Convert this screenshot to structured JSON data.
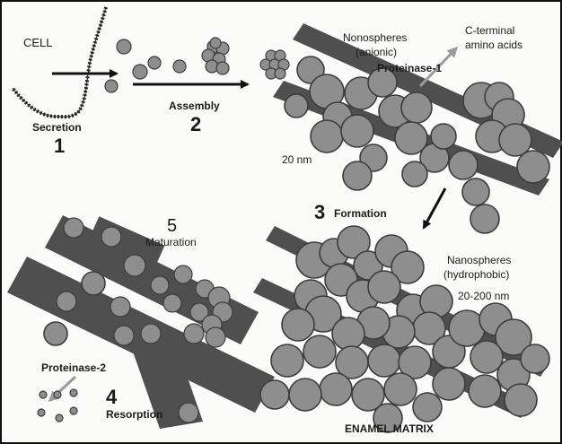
{
  "labels": {
    "cell": "CELL",
    "secretion": "Secretion",
    "secretion_num": "1",
    "assembly": "Assembly",
    "assembly_num": "2",
    "nanospheres_anionic_1": "Nonospheres",
    "nanospheres_anionic_2": "(anionic)",
    "cterminal_1": "C-terminal",
    "cterminal_2": "amino acids",
    "proteinase1": "Proteinase-1",
    "size_20": "20 nm",
    "formation_num": "3",
    "formation": "Formation",
    "maturation_num": "5",
    "maturation": "Maturation",
    "nanospheres_hydro_1": "Nanospheres",
    "nanospheres_hydro_2": "(hydrophobic)",
    "size_range": "20-200 nm",
    "proteinase2": "Proteinase-2",
    "resorption_num": "4",
    "resorption": "Resorption",
    "enamel_matrix": "ENAMEL MATRIX"
  },
  "colors": {
    "sphere_fill": "#8e8e8e",
    "sphere_stroke": "#3c3c3c",
    "ribbon_fill": "#4f4f4f",
    "arrow_dark": "#111111",
    "arrow_gray": "#9a9a9a",
    "frame": "#111111"
  }
}
